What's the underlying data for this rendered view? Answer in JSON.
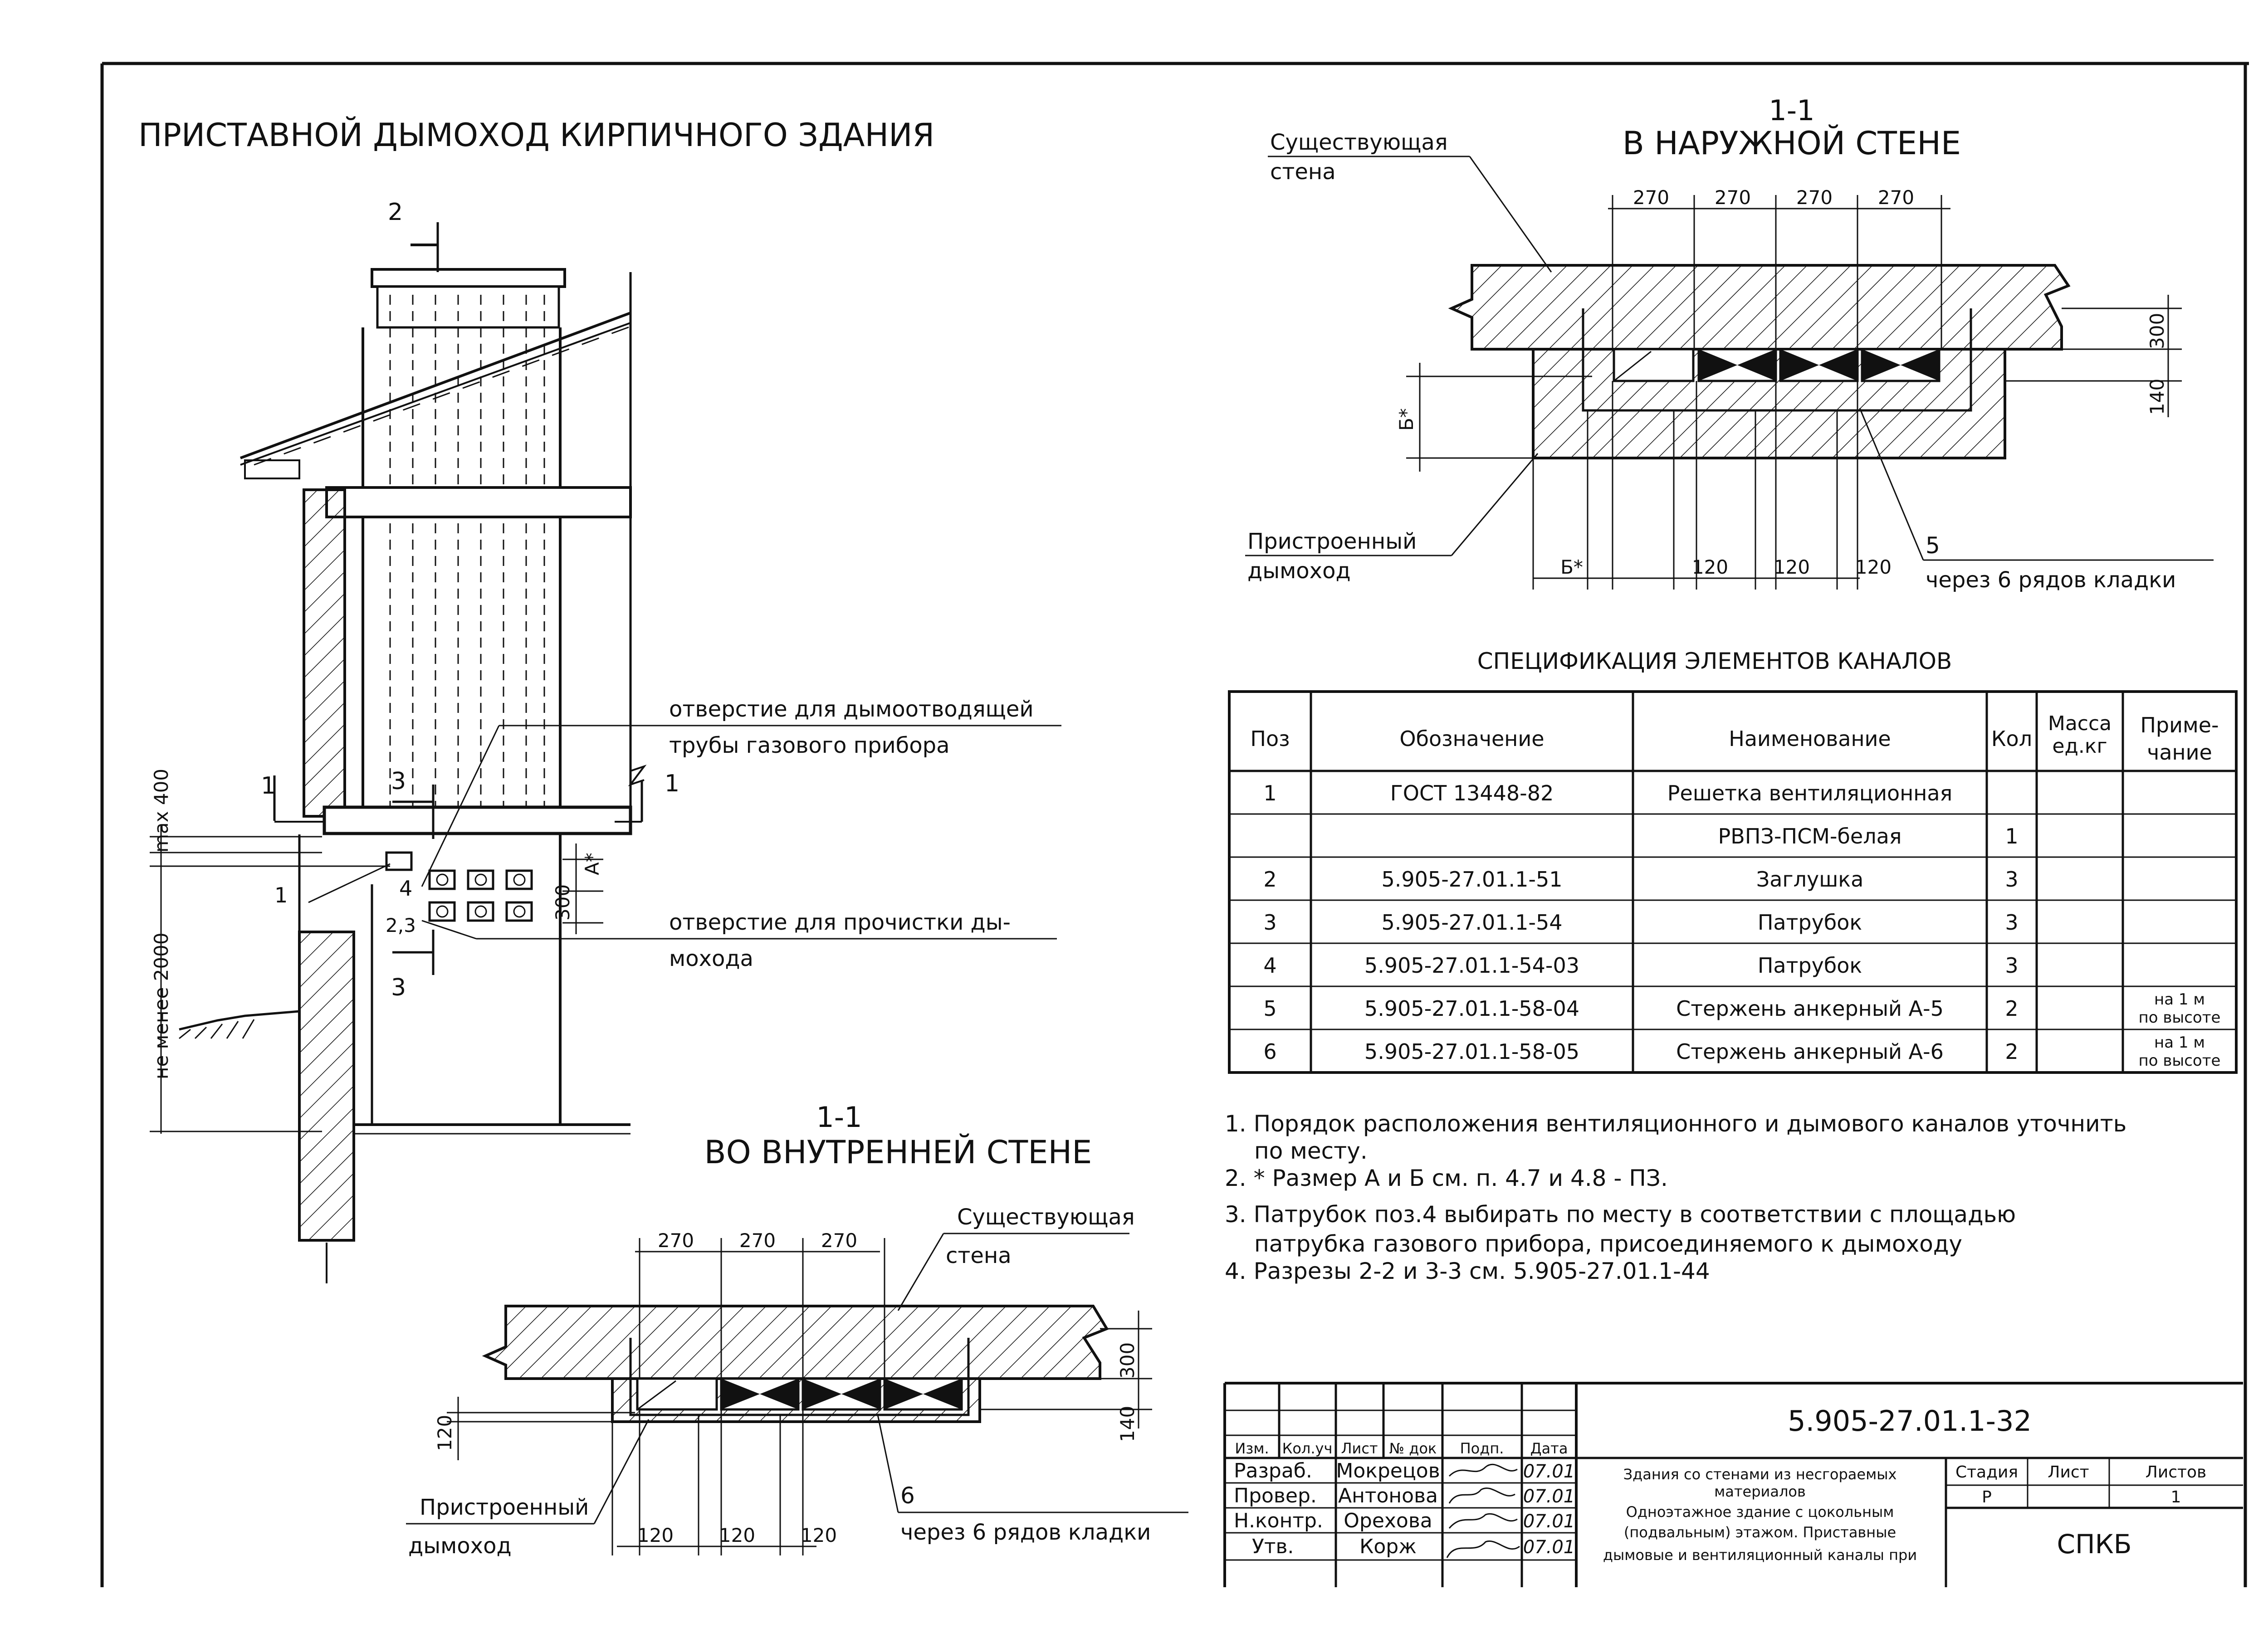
{
  "title": "ПРИСТАВНОЙ ДЫМОХОД  КИРПИЧНОГО ЗДАНИЯ",
  "elevation": {
    "section_marks": [
      "2",
      "1",
      "3",
      "1",
      "3"
    ],
    "labels": {
      "opening_flue_1": "отверстие для дымоотводящей",
      "opening_flue_2": "трубы газового прибора",
      "opening_clean_1": "отверстие для прочистки ды-",
      "opening_clean_2": "мохода"
    },
    "dims": {
      "max400": "max 400",
      "min2000": "не менее 2000",
      "a_star": "А*",
      "d300": "300"
    },
    "positions": [
      "1",
      "4",
      "2,3"
    ]
  },
  "section_outer": {
    "number": "1-1",
    "caption": "В НАРУЖНОЙ СТЕНЕ",
    "wall_1": "Существующая",
    "wall_2": "стена",
    "chimney_1": "Пристроенный",
    "chimney_2": "дымоход",
    "top_dims": [
      "270",
      "270",
      "270",
      "270"
    ],
    "bottom_dims": [
      "Б*",
      "120",
      "120",
      "120"
    ],
    "dim_300": "300",
    "dim_140": "140",
    "dim_b": "Б*",
    "anchor_pos": "5",
    "anchor_note": "через 6 рядов кладки"
  },
  "section_inner": {
    "number": "1-1",
    "caption": "ВО ВНУТРЕННЕЙ СТЕНЕ",
    "wall_1": "Существующая",
    "wall_2": "стена",
    "chimney_1": "Пристроенный",
    "chimney_2": "дымоход",
    "top_dims": [
      "270",
      "270",
      "270"
    ],
    "bottom_dims": [
      "120",
      "120",
      "120"
    ],
    "dim_300": "300",
    "dim_140": "140",
    "dim_120": "120",
    "anchor_pos": "6",
    "anchor_note": "через 6 рядов кладки"
  },
  "spec": {
    "title": "СПЕЦИФИКАЦИЯ ЭЛЕМЕНТОВ КАНАЛОВ",
    "headers": {
      "pos": "Поз",
      "designation": "Обозначение",
      "name": "Наименование",
      "qty": "Кол",
      "mass_1": "Масса",
      "mass_2": "ед.кг",
      "note_1": "Приме-",
      "note_2": "чание"
    },
    "rows": [
      {
        "pos": "1",
        "designation": "ГОСТ 13448-82",
        "name": "Решетка вентиляционная",
        "qty": "",
        "mass": "",
        "note_1": "",
        "note_2": ""
      },
      {
        "pos": "",
        "designation": "",
        "name": "РВПЗ-ПСМ-белая",
        "qty": "1",
        "mass": "",
        "note_1": "",
        "note_2": ""
      },
      {
        "pos": "2",
        "designation": "5.905-27.01.1-51",
        "name": "Заглушка",
        "qty": "3",
        "mass": "",
        "note_1": "",
        "note_2": ""
      },
      {
        "pos": "3",
        "designation": "5.905-27.01.1-54",
        "name": "Патрубок",
        "qty": "3",
        "mass": "",
        "note_1": "",
        "note_2": ""
      },
      {
        "pos": "4",
        "designation": "5.905-27.01.1-54-03",
        "name": "Патрубок",
        "qty": "3",
        "mass": "",
        "note_1": "",
        "note_2": ""
      },
      {
        "pos": "5",
        "designation": "5.905-27.01.1-58-04",
        "name": "Стержень анкерный А-5",
        "qty": "2",
        "mass": "",
        "note_1": "на 1 м",
        "note_2": "по высоте"
      },
      {
        "pos": "6",
        "designation": "5.905-27.01.1-58-05",
        "name": "Стержень анкерный А-6",
        "qty": "2",
        "mass": "",
        "note_1": "на 1 м",
        "note_2": "по высоте"
      }
    ]
  },
  "notes": [
    "1. Порядок расположения вентиляционного и дымового каналов уточнить",
    "по месту.",
    "2. * Размер А и Б см. п. 4.7 и 4.8 - ПЗ.",
    "3. Патрубок поз.4 выбирать по месту в соответствии с площадью",
    "патрубка газового прибора, присоединяемого к дымоходу",
    "4. Разрезы 2-2 и 3-3 см. 5.905-27.01.1-44"
  ],
  "title_block": {
    "code": "5.905-27.01.1-32",
    "headers": [
      "Изм.",
      "Кол.уч",
      "Лист",
      "№ док",
      "Подп.",
      "Дата"
    ],
    "rows": [
      {
        "role": "Разраб.",
        "name": "Мокрецов",
        "date": "07.01"
      },
      {
        "role": "Провер.",
        "name": "Антонова",
        "date": "07.01"
      },
      {
        "role": "Н.контр.",
        "name": "Орехова",
        "date": "07.01"
      },
      {
        "role": "Утв.",
        "name": "Корж",
        "date": "07.01"
      }
    ],
    "description": [
      "Здания со стенами из несгораемых",
      "материалов",
      "Одноэтажное здание с цокольным",
      "(подвальным) этажом. Приставные",
      "дымовые и вентиляционный каналы при"
    ],
    "stage_label": "Стадия",
    "sheet_label": "Лист",
    "sheets_label": "Листов",
    "stage": "Р",
    "sheet": "",
    "sheets": "1",
    "org": "СПКБ"
  }
}
